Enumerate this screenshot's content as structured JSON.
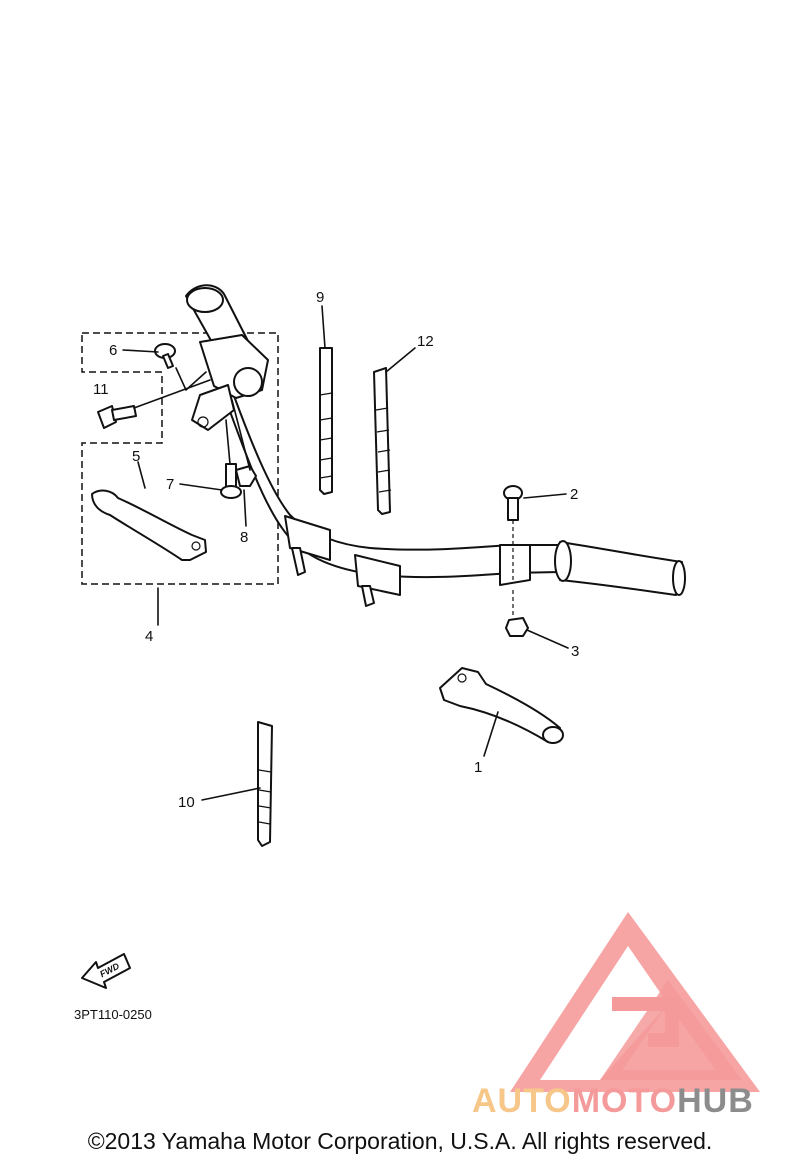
{
  "callouts": [
    {
      "id": "1",
      "label": "1"
    },
    {
      "id": "2",
      "label": "2"
    },
    {
      "id": "3",
      "label": "3"
    },
    {
      "id": "4",
      "label": "4"
    },
    {
      "id": "5",
      "label": "5"
    },
    {
      "id": "6",
      "label": "6"
    },
    {
      "id": "7",
      "label": "7"
    },
    {
      "id": "8",
      "label": "8"
    },
    {
      "id": "9",
      "label": "9"
    },
    {
      "id": "10",
      "label": "10"
    },
    {
      "id": "11",
      "label": "11"
    },
    {
      "id": "12",
      "label": "12"
    }
  ],
  "fwd_label": "FWD",
  "diagram_code": "3PT110-0250",
  "watermark": {
    "part1": "AUTO",
    "part2": "MOTO",
    "part3": "HUB",
    "colors": {
      "auto": "#f7c78a",
      "moto": "#f59a9a",
      "hub": "#8c8c8c",
      "triangle": "#f59a9a"
    }
  },
  "copyright": "©2013 Yamaha Motor Corporation, U.S.A. All rights reserved."
}
